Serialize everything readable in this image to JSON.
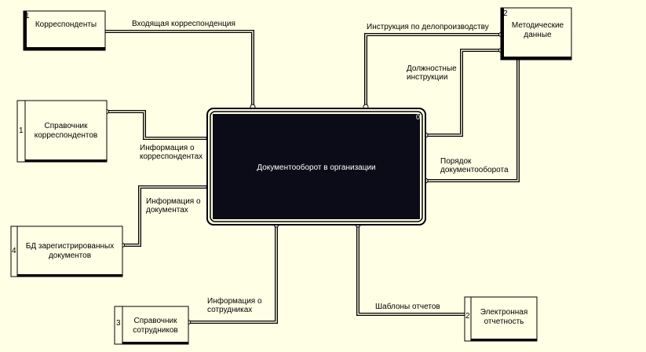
{
  "diagram": {
    "process": {
      "label": "Документооборот в организации",
      "number": "0"
    },
    "entities": [
      {
        "id": "correspondents",
        "number": "1",
        "lines": [
          "Корреспонденты"
        ]
      },
      {
        "id": "method-data",
        "number": "2",
        "lines": [
          "Методические",
          "данные"
        ]
      },
      {
        "id": "ref-correspondents",
        "number": "1",
        "lines": [
          "Справочник",
          "корреспондентов"
        ]
      },
      {
        "id": "db-registered",
        "number": "4",
        "lines": [
          "БД зарегистрированных",
          "документов"
        ]
      },
      {
        "id": "ref-employees",
        "number": "3",
        "lines": [
          "Справочник",
          "сотрудников"
        ]
      },
      {
        "id": "e-reports",
        "number": "2",
        "lines": [
          "Электронная",
          "отчетность"
        ]
      }
    ],
    "flows": [
      {
        "id": "incoming",
        "lines": [
          "Входящая корреспонденция"
        ]
      },
      {
        "id": "instruction",
        "lines": [
          "Инструкция по делопроизводству"
        ]
      },
      {
        "id": "job-instructions",
        "lines": [
          "Должностные",
          "инструкции"
        ]
      },
      {
        "id": "order",
        "lines": [
          "Порядок",
          "документооборота"
        ]
      },
      {
        "id": "info-corr",
        "lines": [
          "Информация о",
          "корреспондентах"
        ]
      },
      {
        "id": "info-docs",
        "lines": [
          "Информация о",
          "документах"
        ]
      },
      {
        "id": "info-emp",
        "lines": [
          "Информация о",
          "сотрудниках"
        ]
      },
      {
        "id": "templates",
        "lines": [
          "Шаблоны отчетов"
        ]
      }
    ]
  },
  "colors": {
    "background": "#ffffe6",
    "process_fill": "#0c0c18",
    "line": "#000000"
  }
}
